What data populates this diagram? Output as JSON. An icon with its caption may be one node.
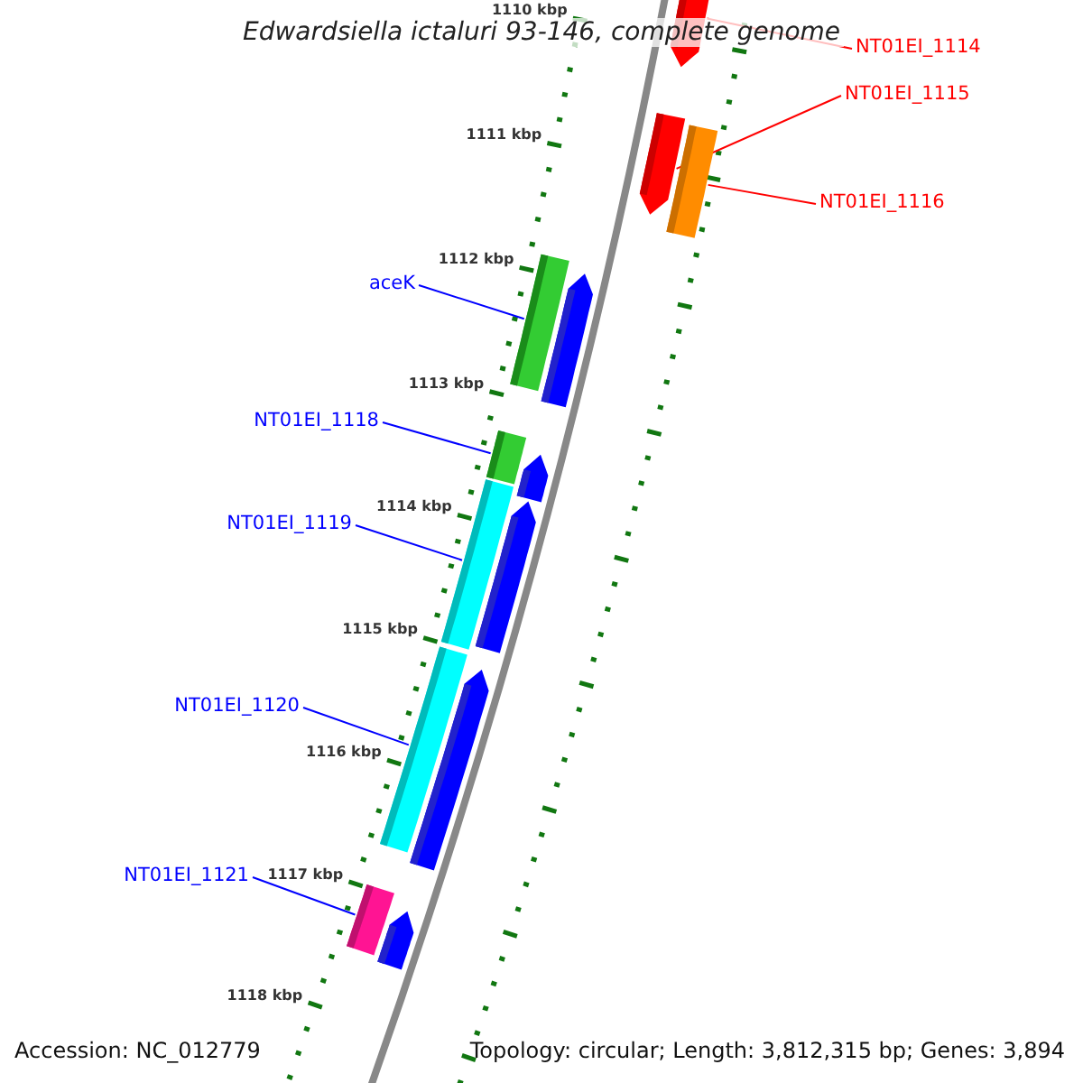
{
  "diagram": {
    "title": "Edwardsiella ictaluri 93-146, complete genome",
    "nodes": [
      {
        "text": [
          "NT01EI_1114"
        ]
      },
      {
        "text": [],
        "shape": "bar"
      },
      {
        "text": [
          "NT01EI_1115"
        ]
      },
      {
        "text": [],
        "shape": "bar"
      },
      {
        "text": [
          "NT01EI_1116"
        ]
      },
      {
        "text": [],
        "shape": "bar"
      },
      {
        "text": [
          "aceK"
        ]
      },
      {
        "text": [],
        "shape": "bar"
      },
      {
        "text": [
          "NT01EI_1118"
        ]
      },
      {
        "text": [],
        "shape": "bar"
      },
      {
        "text": [
          "NT01EI_1119"
        ]
      },
      {
        "text": [],
        "shape": "bar"
      },
      {
        "text": [
          "NT01EI_1120"
        ]
      },
      {
        "text": [],
        "shape": "bar"
      },
      {
        "text": [
          "NT01EI_1121"
        ]
      },
      {
        "text": [],
        "shape": "bar"
      },
      {
        "text": [],
        "shape": "bar"
      },
      {
        "text": [],
        "shape": "bar"
      },
      {
        "text": [],
        "shape": "bar"
      },
      {
        "text": [],
        "shape": "bar"
      },
      {
        "text": [],
        "shape": "bar"
      }
    ],
    "edges": [
      {
        "from": 0,
        "to": 1,
        "arrow": "none",
        "color": "#ff0000"
      },
      {
        "from": 2,
        "to": 3,
        "arrow": "none",
        "color": "#ff0000"
      },
      {
        "from": 4,
        "to": 5,
        "arrow": "none",
        "color": "#ff0000"
      },
      {
        "from": 6,
        "to": 7,
        "arrow": "none"
      },
      {
        "from": 8,
        "to": 9,
        "arrow": "none"
      },
      {
        "from": 10,
        "to": 11,
        "arrow": "none"
      },
      {
        "from": 12,
        "to": 13,
        "arrow": "none"
      },
      {
        "from": 14,
        "to": 15,
        "arrow": "none"
      }
    ],
    "labels": [
      "1110 kbp",
      "1111 kbp",
      "1112 kbp",
      "1113 kbp",
      "1114 kbp",
      "1115 kbp",
      "1116 kbp",
      "1117 kbp",
      "1118 kbp",
      "Accession: NC_012779",
      "Topology: circular; Length: 3,812,315 bp; Genes: 3,894"
    ]
  }
}
